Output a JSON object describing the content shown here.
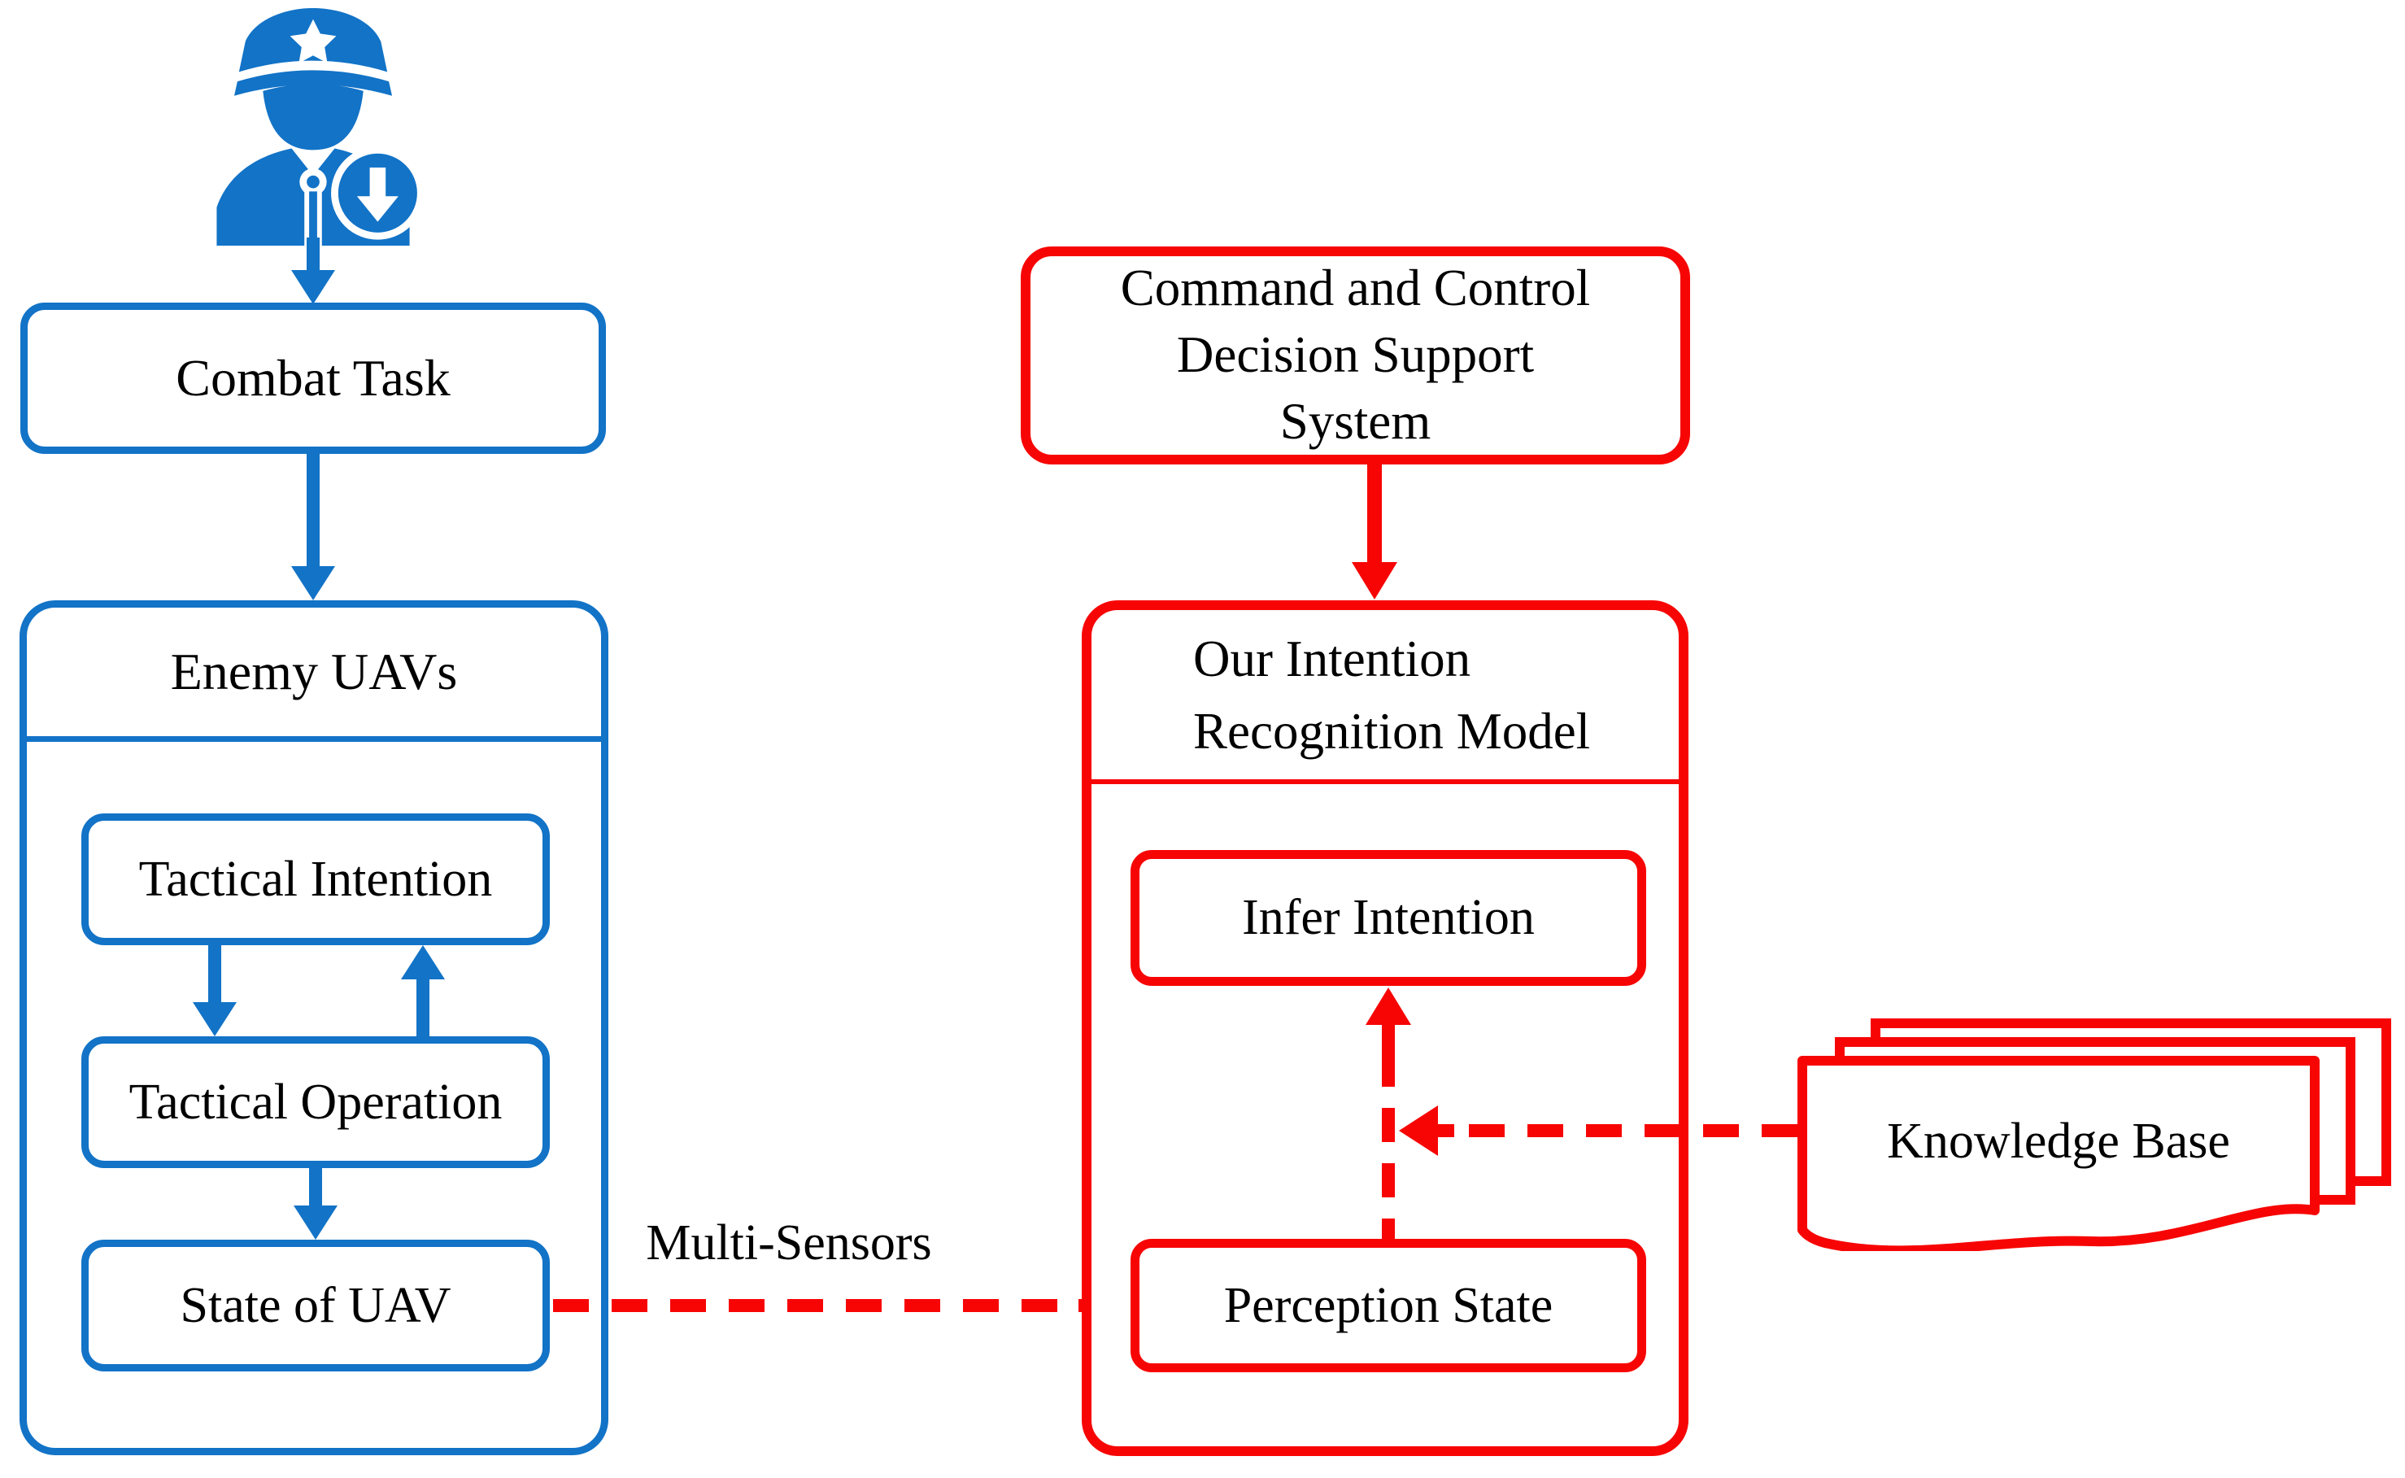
{
  "colors": {
    "blue": "#1273C7",
    "red": "#F70505",
    "text": "#000000",
    "background": "#FFFFFF"
  },
  "icons": {
    "commander": "military-commander-with-download-badge"
  },
  "left_column": {
    "combat_task_label": "Combat Task",
    "enemy_uavs": {
      "title": "Enemy UAVs",
      "tactical_intention_label": "Tactical Intention",
      "tactical_operation_label": "Tactical Operation",
      "state_of_uav_label": "State of UAV"
    }
  },
  "right_column": {
    "c2_box": {
      "lines": [
        "Command and Control",
        "Decision Support",
        "System"
      ]
    },
    "intention_model": {
      "title_lines": [
        "Our Intention",
        "Recognition Model"
      ],
      "infer_intention_label": "Infer Intention",
      "perception_state_label": "Perception State"
    },
    "knowledge_base_label": "Knowledge Base"
  },
  "connector_labels": {
    "multi_sensors": "Multi-Sensors"
  }
}
